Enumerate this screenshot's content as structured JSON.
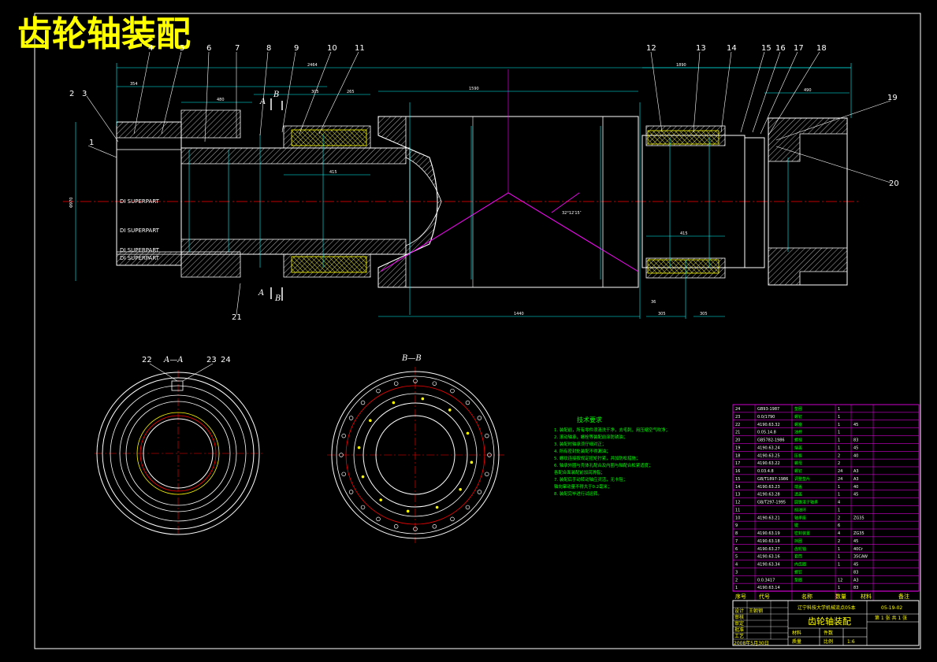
{
  "title": "齿轮轴装配",
  "section_labels": {
    "aa_top": "A",
    "bb_top": "B",
    "aa_bottom": "A",
    "bb_bottom": "B",
    "view_aa": "A—A",
    "view_bb": "B—B"
  },
  "balloons": [
    "1",
    "2",
    "3",
    "4",
    "5",
    "6",
    "7",
    "8",
    "9",
    "10",
    "11",
    "12",
    "13",
    "14",
    "15",
    "16",
    "17",
    "18",
    "19",
    "20",
    "21",
    "22",
    "23",
    "24"
  ],
  "dimensions": {
    "d_354": "354",
    "d_480": "480",
    "d_2464": "2464",
    "d_305a": "305",
    "d_265": "265",
    "d_1590": "1590",
    "d_1890": "1890",
    "d_490": "490",
    "d_415a": "415",
    "d_415b": "415",
    "d_1440": "1440",
    "d_305b": "305",
    "d_305c": "305",
    "d_36": "36",
    "d_total": "Φ970",
    "angle": "32°12′15″"
  },
  "part_labels": [
    "DI SUPERPART",
    "DI SUPERPART",
    "DI SUPERPART",
    "DI SUPERPART"
  ],
  "tech_notes": {
    "title": "技术要求",
    "lines": [
      "1. 装配前，所有零件须清洗干净，去毛刺，用压缩空气吹净；",
      "2. 滚动轴承，螺栓等装配前涂防锈油；",
      "3. 装配时轴承须仔细对正；",
      "4. 所有密封处装配不得漏油；",
      "5. 螺纹连接按规定扭矩拧紧，并加防松措施；",
      "6. 轴承外圈与壳体孔配合及内圈与轴配合松紧适度；",
      "   各配合面装配前加润滑脂；",
      "7. 装配后手动转动轴应灵活，无卡阻；",
      "   轴向窜动量不得大于0.2毫米；",
      "8. 装配完毕进行试运转。"
    ]
  },
  "bom": {
    "headers": [
      "序号",
      "代号",
      "名称",
      "数量",
      "材料",
      "备注"
    ],
    "rows": [
      [
        "24",
        "GB93-1987",
        "垫圈",
        "1",
        "",
        ""
      ],
      [
        "23",
        "0.0/1790",
        "螺钉",
        "1",
        "",
        ""
      ],
      [
        "22",
        "4190.63.32",
        "螺塞",
        "1",
        "45",
        ""
      ],
      [
        "21",
        "0.05.14.8",
        "油杯",
        "1",
        "",
        ""
      ],
      [
        "20",
        "GB5782-1986",
        "螺栓",
        "1",
        "83",
        ""
      ],
      [
        "19",
        "4190.63.24",
        "端盖",
        "1",
        "45",
        ""
      ],
      [
        "18",
        "4190.63.25",
        "压板",
        "2",
        "40",
        ""
      ],
      [
        "17",
        "4190.63.22",
        "螺母",
        "2",
        "",
        ""
      ],
      [
        "16",
        "0.03.4.8",
        "螺钉",
        "24",
        "A3",
        ""
      ],
      [
        "15",
        "GB/T1897-1986",
        "调整垫片",
        "24",
        "A3",
        ""
      ],
      [
        "14",
        "4190.63.23",
        "端盖",
        "1",
        "40",
        ""
      ],
      [
        "13",
        "4190.63.28",
        "透盖",
        "1",
        "45",
        ""
      ],
      [
        "12",
        "GB/T297-1995",
        "圆锥滚子轴承",
        "4",
        "",
        ""
      ],
      [
        "11",
        "",
        "挡油环",
        "1",
        "",
        ""
      ],
      [
        "10",
        "4190.63.21",
        "轴承座",
        "2",
        "ZG35",
        ""
      ],
      [
        "9",
        "",
        "键",
        "6",
        "",
        ""
      ],
      [
        "8",
        "4190.63.19",
        "密封装置",
        "4",
        "ZG35",
        ""
      ],
      [
        "7",
        "4190.63.18",
        "挡圈",
        "2",
        "45",
        ""
      ],
      [
        "6",
        "4190.63.27",
        "齿轮轴",
        "1",
        "40Cr",
        ""
      ],
      [
        "5",
        "4190.63.16",
        "套筒",
        "1",
        "35CAW",
        ""
      ],
      [
        "4",
        "4190.63.34",
        "内齿圈",
        "1",
        "45",
        ""
      ],
      [
        "3",
        "",
        "螺钉",
        "",
        "83",
        ""
      ],
      [
        "2",
        "0.0.3417",
        "垫圈",
        "12",
        "A3",
        ""
      ],
      [
        "1",
        "4190.63.14",
        "",
        "1",
        "83",
        ""
      ]
    ]
  },
  "title_block": {
    "school": "辽宁科技大学机械流点05本",
    "drawing_no": "05-19-02",
    "name": "齿轮轴装配",
    "sheet": "第 1 张 共 1 张",
    "material_label": "材料",
    "weight_label": "质量",
    "count_label": "件数",
    "scale_label": "比例",
    "scale": "1:6",
    "date": "2008年5月30日",
    "roles": [
      "设计",
      "审核",
      "审定",
      "批准",
      "工艺"
    ],
    "designer": "王朝钢"
  },
  "colors": {
    "bg": "#000000",
    "white": "#ffffff",
    "yellow": "#ffff00",
    "cyan": "#00ffff",
    "red": "#ff0000",
    "magenta": "#ff00ff",
    "green": "#00ff00"
  }
}
